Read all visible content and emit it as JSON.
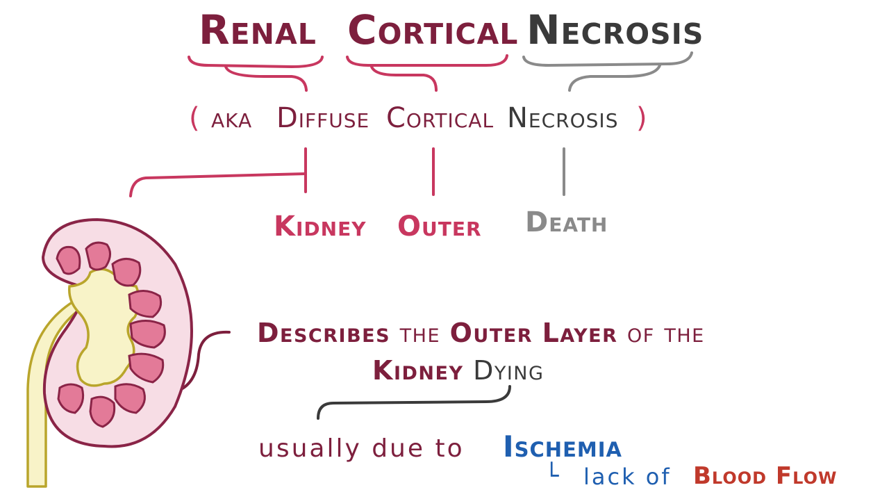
{
  "title": {
    "word1": "Renal",
    "word2": "Cortical",
    "word3": "Necrosis"
  },
  "aka": {
    "open": "(",
    "prefix": "aka",
    "word1": "Diffuse",
    "word2": "Cortical",
    "word3": "Necrosis",
    "close": ")"
  },
  "gloss": {
    "renal": "Kidney",
    "cortical": "Outer",
    "necrosis": "Death"
  },
  "description": {
    "w1": "Describes",
    "w2": "the",
    "w3": "Outer",
    "w4": "Layer",
    "w5": "of",
    "w6": "the",
    "w7": "Kidney",
    "w8": "Dying"
  },
  "cause": {
    "prefix": "usually due to",
    "term": "Ischemia"
  },
  "definition": {
    "prefix": "lack of",
    "term": "Blood Flow"
  },
  "colors": {
    "maroon": "#7d1f3d",
    "pink": "#c8375f",
    "gray": "#3a3a3a",
    "lightgray": "#8a8a8a",
    "blue": "#1f5fb0",
    "red": "#c0392b",
    "kidney_outline": "#8a2447",
    "kidney_fill": "#f7dde5",
    "pyramid": "#e37a98",
    "pelvis": "#f8f3c8",
    "ureter_outline": "#b9a52b"
  }
}
